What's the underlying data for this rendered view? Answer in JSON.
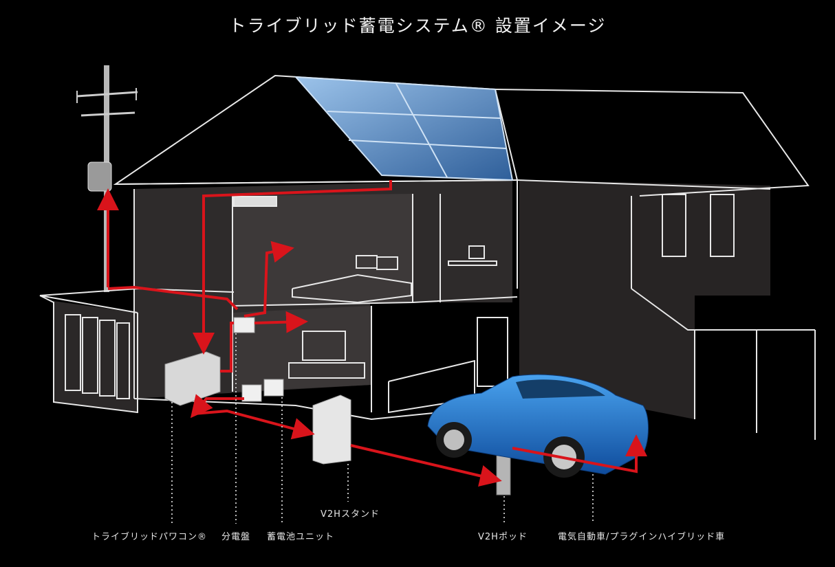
{
  "title": "トライブリッド蓄電システム® 設置イメージ",
  "labels": {
    "power_conditioner": "トライブリッドパワコン®",
    "distribution_board": "分電盤",
    "battery_unit": "蓄電池ユニット",
    "v2h_stand": "V2Hスタンド",
    "v2h_pod": "V2Hポッド",
    "ev": "電気自動車/プラグインハイブリッド車"
  },
  "colors": {
    "background": "#000000",
    "power_line": "#d9141b",
    "house_outline": "#e8e8e8",
    "wall": "#3a3636",
    "solar_panel": "#5b8fc4",
    "car": "#1f6fc9"
  }
}
